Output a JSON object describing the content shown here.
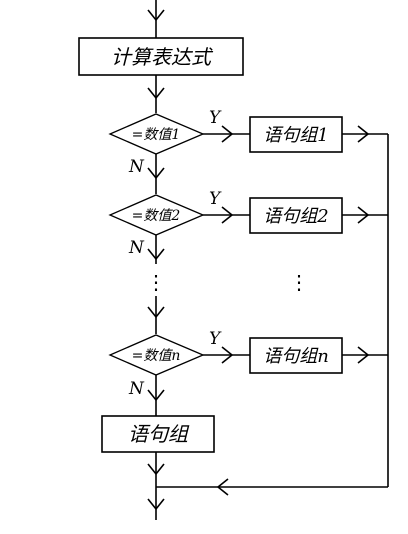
{
  "steps": {
    "compute": "计算表达式",
    "default_group": "语句组"
  },
  "cases": [
    {
      "condition": "=数值1",
      "yes": "Y",
      "no": "N",
      "statement": "语句组1"
    },
    {
      "condition": "=数值2",
      "yes": "Y",
      "no": "N",
      "statement": "语句组2"
    },
    {
      "condition": "=数值n",
      "yes": "Y",
      "no": "N",
      "statement": "语句组n"
    }
  ],
  "ellipsis": "⋮"
}
